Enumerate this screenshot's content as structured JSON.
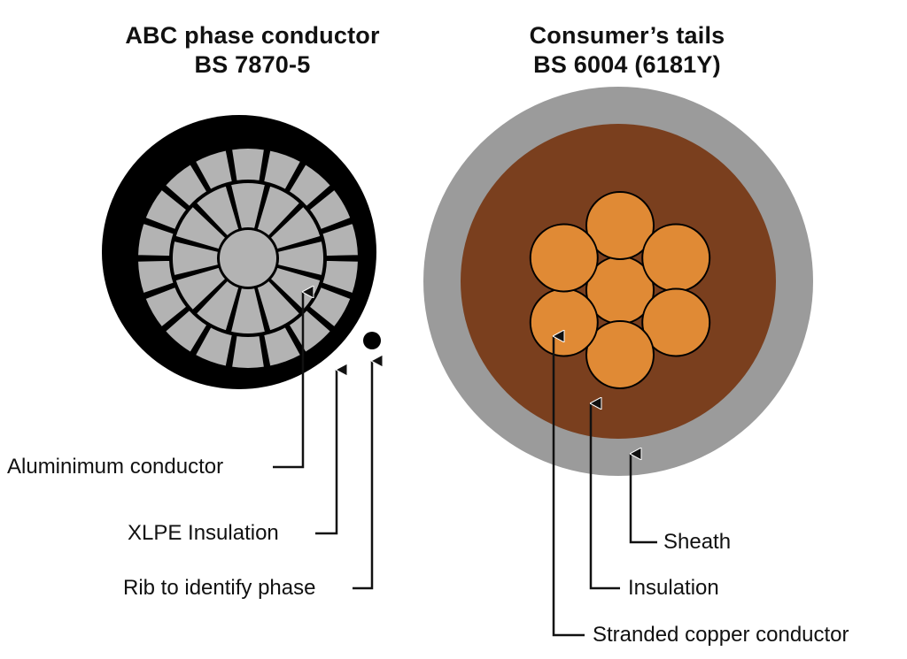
{
  "left_cable": {
    "title_line1": "ABC phase conductor",
    "title_line2": "BS 7870-5",
    "labels": {
      "conductor": "Aluminimum conductor",
      "insulation": "XLPE Insulation",
      "rib": "Rib to identify phase"
    },
    "colors": {
      "insulation": "#000000",
      "strands": "#b3b3b3"
    }
  },
  "right_cable": {
    "title_line1": "Consumer’s tails",
    "title_line2": "BS 6004 (6181Y)",
    "labels": {
      "sheath": "Sheath",
      "insulation": "Insulation",
      "conductor": "Stranded copper conductor"
    },
    "colors": {
      "sheath": "#9b9b9b",
      "insulation": "#7a3f1e",
      "strands": "#e08a35"
    }
  }
}
